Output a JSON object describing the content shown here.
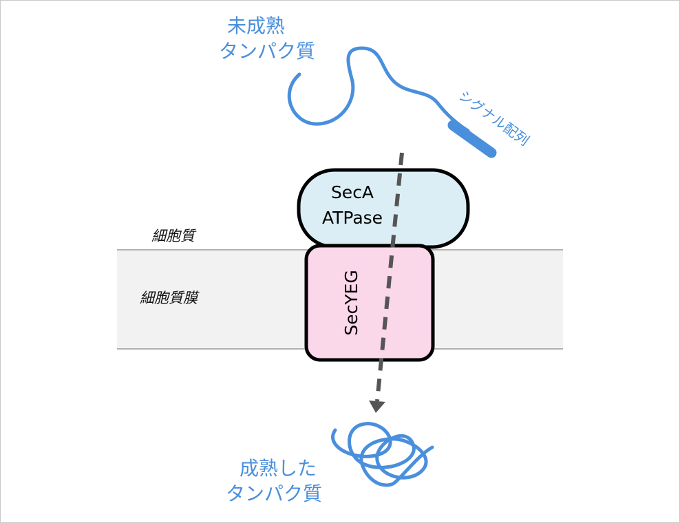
{
  "labels": {
    "immature_protein_line1": "未成熟",
    "immature_protein_line2": "タンパク質",
    "signal_sequence": "シグナル配列",
    "seca_line1": "SecA",
    "seca_line2": "ATPase",
    "secyeg": "SecYEG",
    "cytoplasm": "細胞質",
    "cell_membrane": "細胞質膜",
    "mature_protein_line1": "成熟した",
    "mature_protein_line2": "タンパク質"
  },
  "colors": {
    "protein": "#4a8fdc",
    "protein_text": "#4a8fdc",
    "seca_fill": "#dbeef5",
    "secyeg_fill": "#fbd7ea",
    "membrane_fill": "#f2f2f2",
    "membrane_line": "#9a9a9a",
    "outline": "#000000",
    "arrow": "#555555"
  }
}
